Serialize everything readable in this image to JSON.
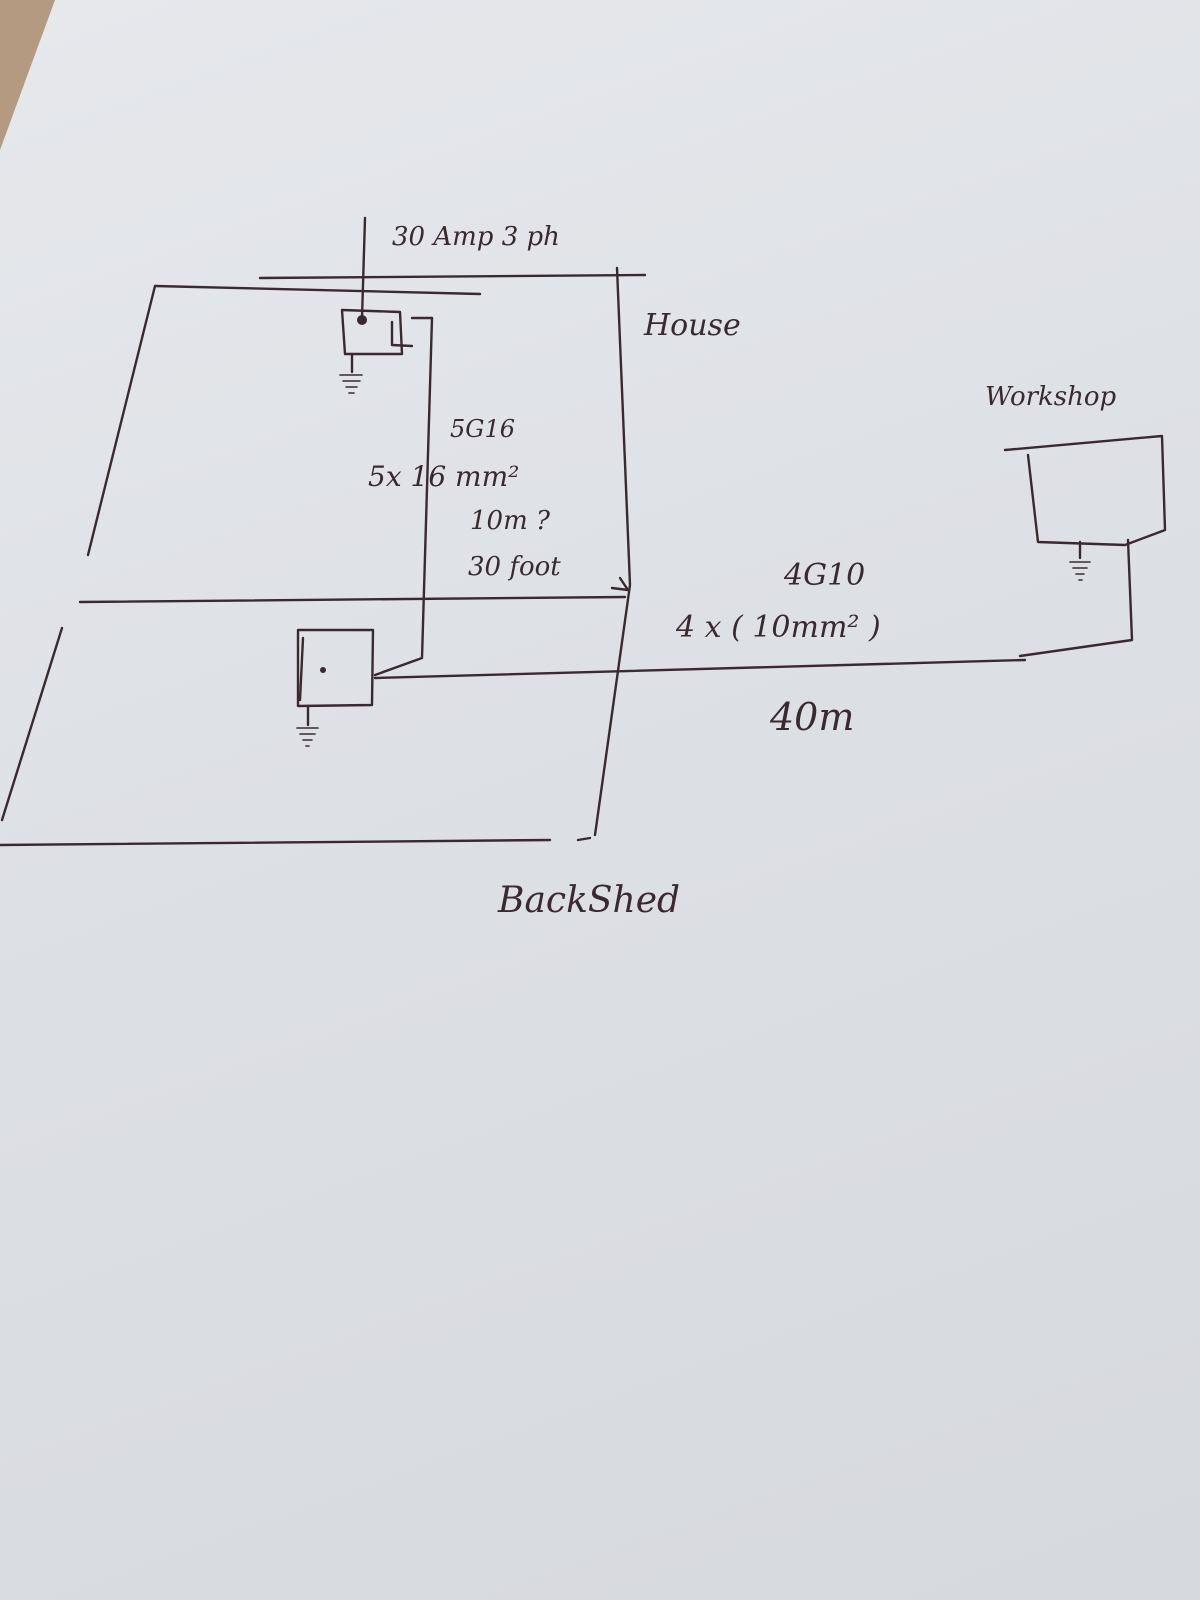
{
  "labels": {
    "supply": "30 Amp 3 ph",
    "house": "House",
    "workshop": "Workshop",
    "backshed": "BackShed",
    "cable1_code": "5G16",
    "cable1_size": "5x 16 mm²",
    "cable1_length_m": "10m ?",
    "cable1_length_ft": "30 foot",
    "cable2_code": "4G10",
    "cable2_size": "4 x ( 10mm² )",
    "cable2_length": "40m"
  },
  "colors": {
    "ink": "#3a2a30",
    "paper": "#e2e5e9"
  }
}
